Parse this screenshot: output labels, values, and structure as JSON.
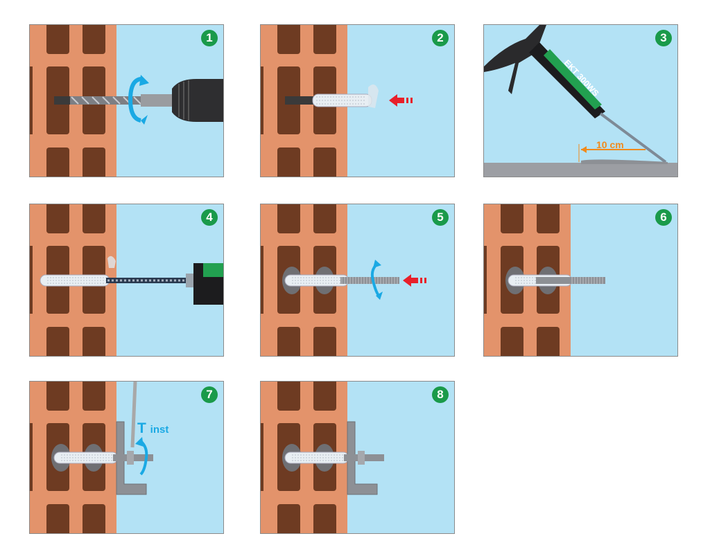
{
  "steps": [
    {
      "number": "1",
      "action": "drill"
    },
    {
      "number": "2",
      "action": "insert-sleeve"
    },
    {
      "number": "3",
      "action": "discard-first-mortar"
    },
    {
      "number": "4",
      "action": "inject-mortar"
    },
    {
      "number": "5",
      "action": "insert-rod"
    },
    {
      "number": "6",
      "action": "cure"
    },
    {
      "number": "7",
      "action": "tighten"
    },
    {
      "number": "8",
      "action": "installed"
    }
  ],
  "annotations": {
    "discard_length": "10 cm",
    "torque_symbol": "T",
    "torque_sub": "inst",
    "cartridge_label": "EKT 300WS"
  },
  "colors": {
    "brick": "#e3936b",
    "cavity": "#6e3b22",
    "background": "#b3e2f5",
    "badge": "#1a9a4a",
    "arrow_red": "#e8202a",
    "rotation_blue": "#1aa9e4",
    "dimension_orange": "#f08a1c"
  }
}
